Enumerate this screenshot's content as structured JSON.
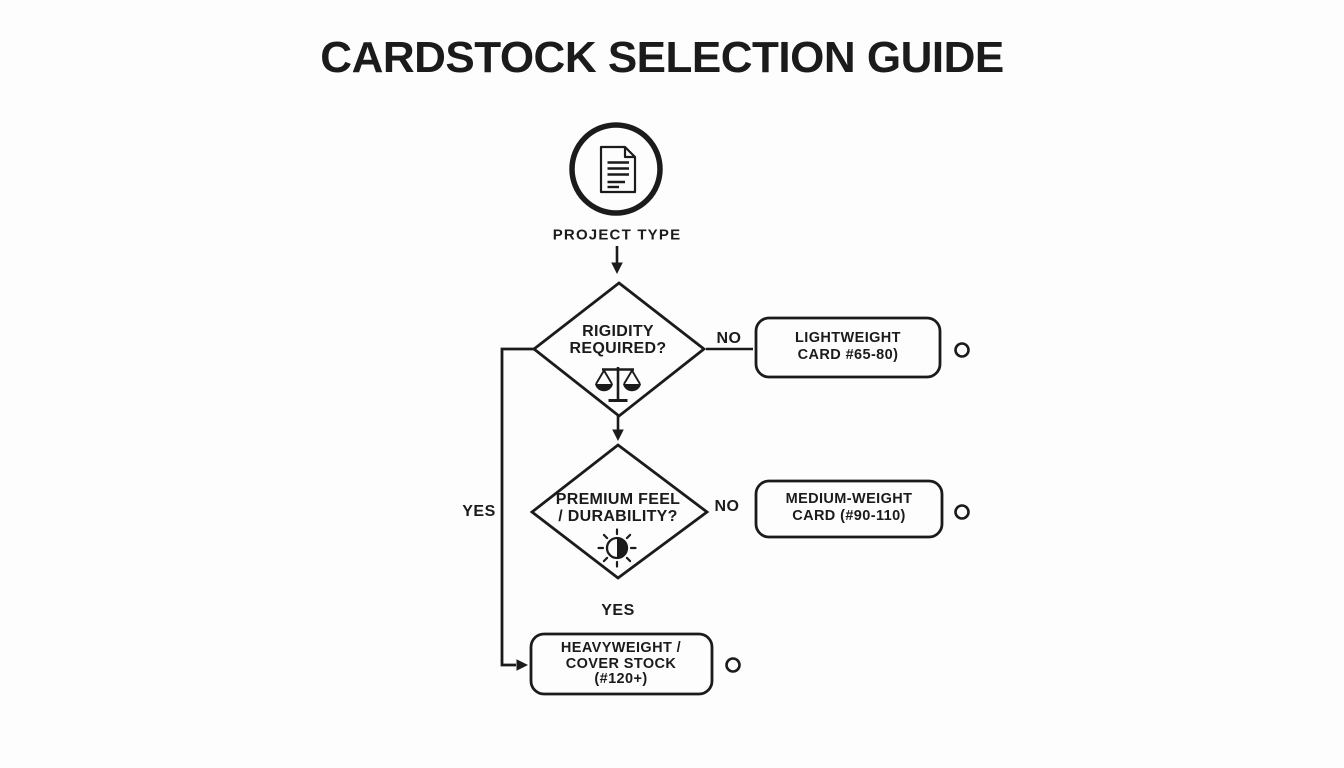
{
  "title": "CARDSTOCK SELECTION GUIDE",
  "colors": {
    "ink": "#1b1b1b",
    "background": "#fdfdfd"
  },
  "start": {
    "icon": "document-icon",
    "label": "PROJECT TYPE"
  },
  "decision1": {
    "line1": "RIGIDITY",
    "line2": "REQUIRED?",
    "icon": "scales-icon",
    "no_label": "NO",
    "yes_label": "YES"
  },
  "decision2": {
    "line1": "PREMIUM FEEL",
    "line2": "/ DURABILITY?",
    "icon": "contrast-sun-icon",
    "no_label": "NO",
    "yes_label": "YES"
  },
  "outcome1": {
    "line1": "LIGHTWEIGHT",
    "line2": "CARD #65-80)"
  },
  "outcome2": {
    "line1": "MEDIUM-WEIGHT",
    "line2": "CARD (#90-110)"
  },
  "outcome3": {
    "line1": "HEAVYWEIGHT /",
    "line2": "COVER STOCK",
    "line3": "(#120+)"
  }
}
